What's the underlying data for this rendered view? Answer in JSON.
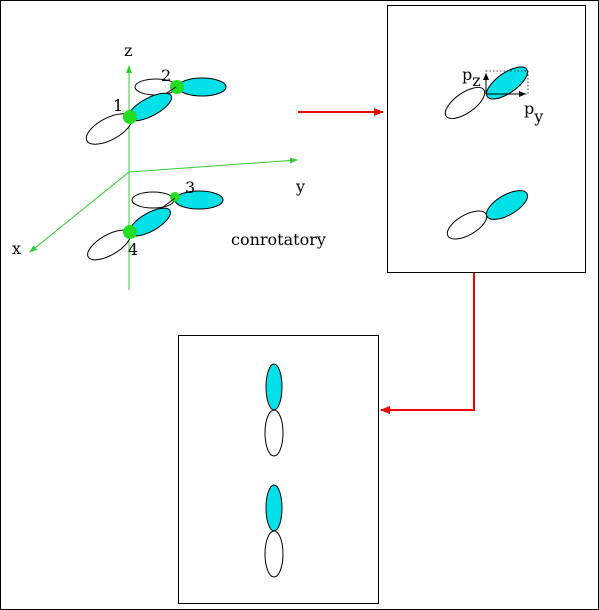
{
  "axes": {
    "z": "z",
    "y": "y",
    "x": "x"
  },
  "atoms": [
    "1",
    "2",
    "3",
    "4"
  ],
  "caption": "conrotatory",
  "projection": {
    "p": "p",
    "z_sub": "z",
    "y_sub": "y"
  },
  "colors": {
    "lobe_fill": "#00e0e8",
    "axis": "#33cc33",
    "atom": "#22dd22",
    "arrow": "#ee0000",
    "outline": "#000000"
  }
}
